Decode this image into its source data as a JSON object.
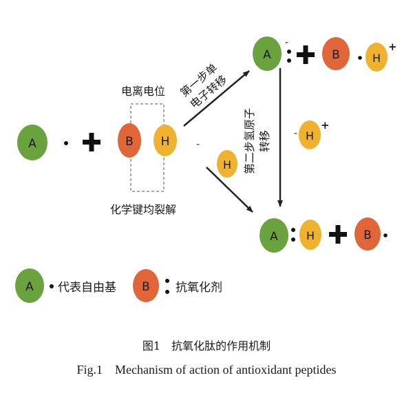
{
  "colors": {
    "radical_green": "#6aa33e",
    "antioxidant_orange": "#e0663a",
    "hydrogen_yellow": "#efb22e",
    "plus_black": "#111111"
  },
  "atoms": {
    "A": "A",
    "B": "B",
    "H": "H"
  },
  "charges": {
    "minus": "-",
    "plus": "+"
  },
  "labels": {
    "ionization_potential": "电离电位",
    "step1_line1": "第一步单",
    "step1_line2": "电子转移",
    "step2_line1": "第二步氢原子",
    "step2_line2": "转移",
    "homolysis": "化学键均裂解"
  },
  "legend": {
    "radical_text": "代表自由基",
    "antioxidant_text": "抗氧化剂"
  },
  "caption": {
    "cn": "图1　抗氧化肽的作用机制",
    "en": "Fig.1　Mechanism of action of antioxidant peptides"
  }
}
